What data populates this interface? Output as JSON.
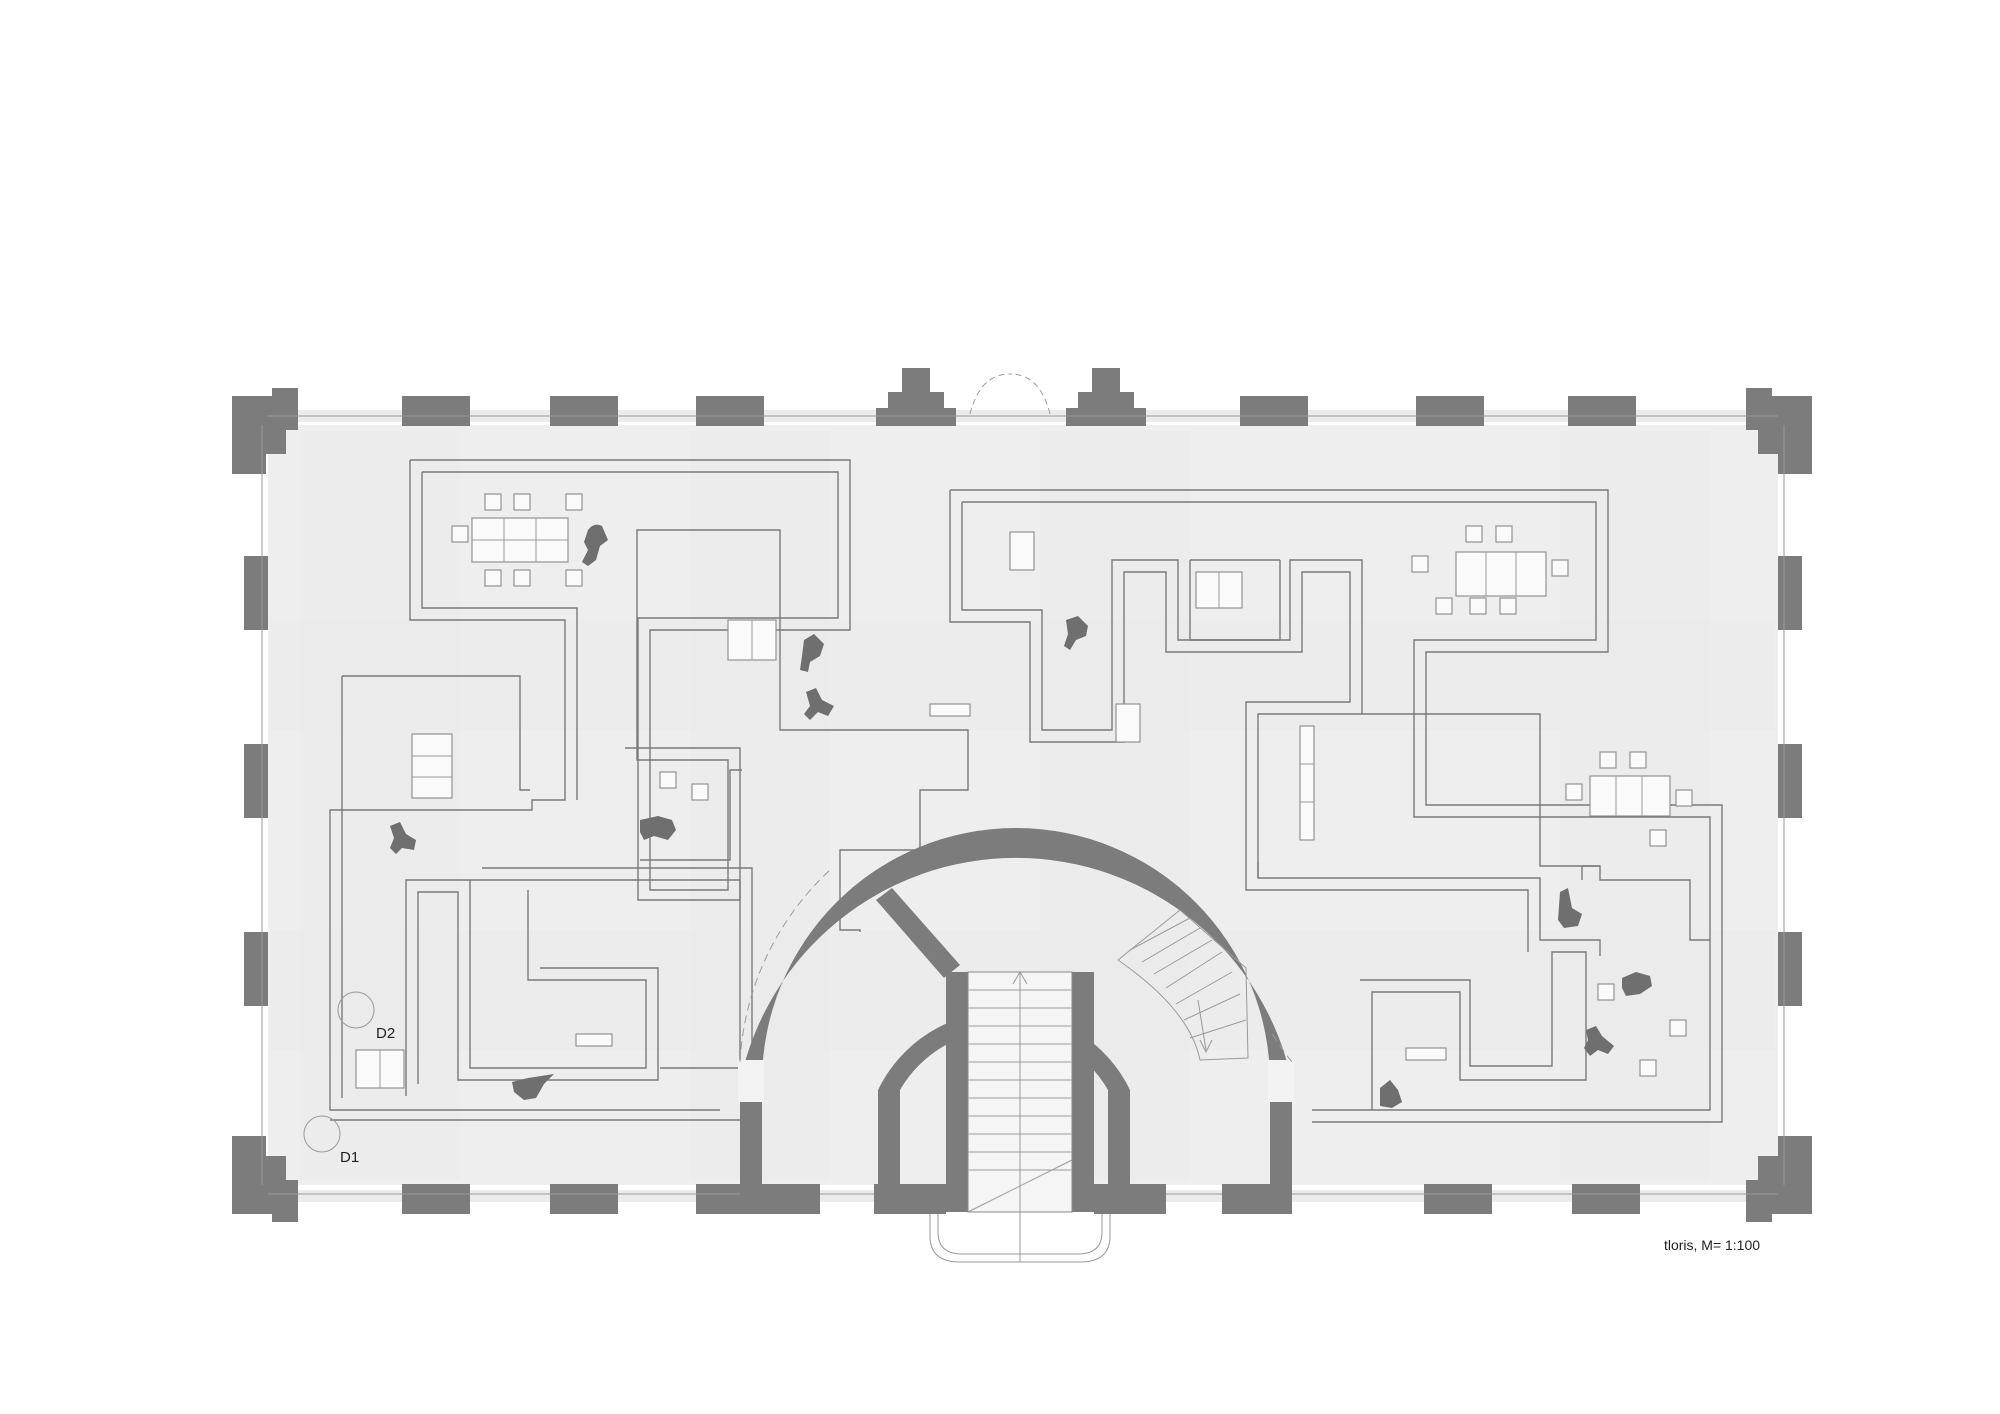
{
  "plan": {
    "detail_markers": [
      "D1",
      "D2"
    ],
    "scale_label": "tloris, M= 1:100"
  }
}
